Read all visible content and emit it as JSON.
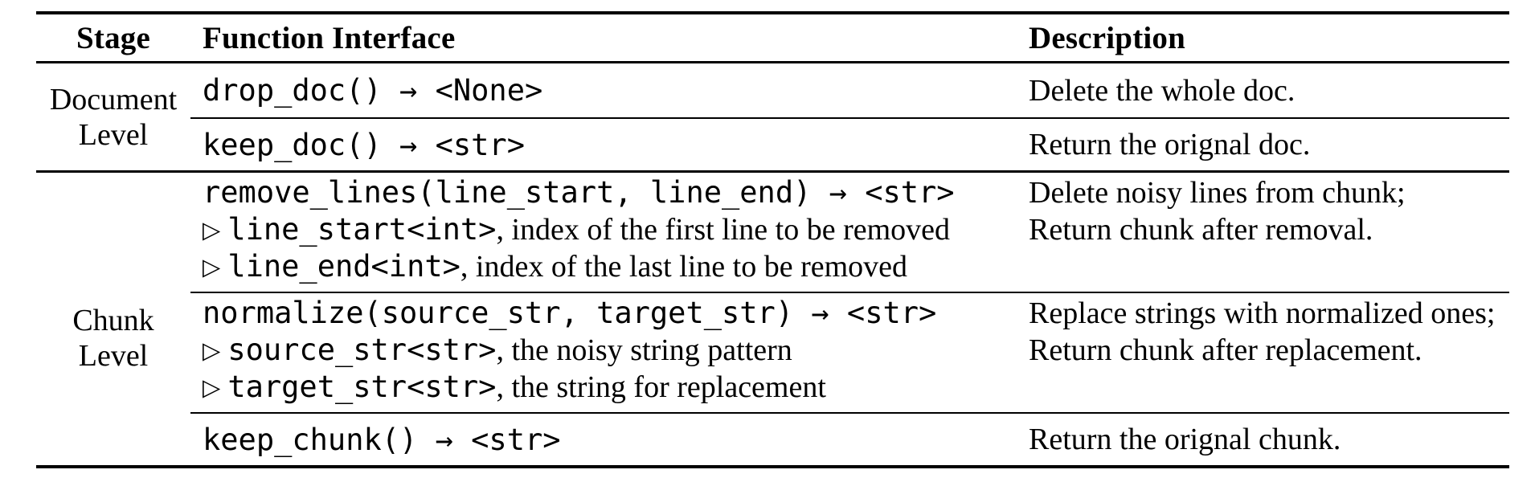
{
  "table": {
    "headers": {
      "stage": "Stage",
      "function": "Function Interface",
      "description": "Description"
    },
    "sections": [
      {
        "stage_line1": "Document",
        "stage_line2": "Level",
        "rows": [
          {
            "signature": "drop_doc() → <None>",
            "description_line1": "Delete the whole doc."
          },
          {
            "signature": "keep_doc() → <str>",
            "description_line1": "Return the orignal doc."
          }
        ]
      },
      {
        "stage_line1": "Chunk",
        "stage_line2": "Level",
        "rows": [
          {
            "signature": "remove_lines(line_start, line_end) → <str>",
            "params": [
              {
                "marker": "▷",
                "code": "line_start<int>",
                "note": ", index of the first line to be removed"
              },
              {
                "marker": "▷",
                "code": "line_end<int>",
                "note": ", index of the last line to be removed"
              }
            ],
            "description_line1": "Delete noisy lines from chunk;",
            "description_line2": "Return chunk after removal."
          },
          {
            "signature": "normalize(source_str, target_str) → <str>",
            "params": [
              {
                "marker": "▷",
                "code": "source_str<str>",
                "note": ", the noisy string pattern"
              },
              {
                "marker": "▷",
                "code": "target_str<str>",
                "note": ", the string for replacement"
              }
            ],
            "description_line1": "Replace strings with normalized ones;",
            "description_line2": "Return chunk after replacement."
          },
          {
            "signature": "keep_chunk() → <str>",
            "description_line1": "Return the orignal chunk."
          }
        ]
      }
    ]
  }
}
